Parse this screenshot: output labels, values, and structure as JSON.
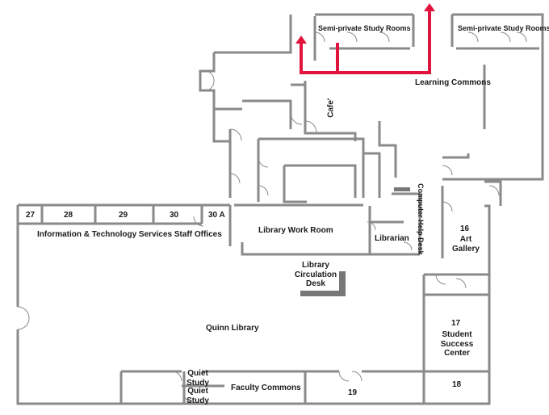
{
  "map": {
    "rooms": {
      "semi_private_study_left": "Semi-private Study Rooms",
      "semi_private_study_right": "Semi-private Study Rooms",
      "learning_commons": "Learning Commons",
      "cafe": "Cafe'",
      "computer_help_desk": "Computer Help Desk",
      "room_27": "27",
      "room_28": "28",
      "room_29": "29",
      "room_30": "30",
      "room_30a": "30 A",
      "it_services_offices": "Information & Technology Services Staff Offices",
      "library_work_room": "Library Work Room",
      "librarian": "Librarian",
      "art_gallery_number": "16",
      "art_gallery": "Art Gallery",
      "circulation_desk": "Library Circulation Desk",
      "quinn_library": "Quinn Library",
      "student_success_number": "17",
      "student_success_center": "Student Success Center",
      "room_18": "18",
      "room_19": "19",
      "quiet_study_1": "Quiet Study",
      "quiet_study_2": "Quiet Study",
      "faculty_commons": "Faculty Commons"
    },
    "colors": {
      "wall": "#8a8a8a",
      "route": "#e0143c",
      "desk": "#777777"
    }
  }
}
